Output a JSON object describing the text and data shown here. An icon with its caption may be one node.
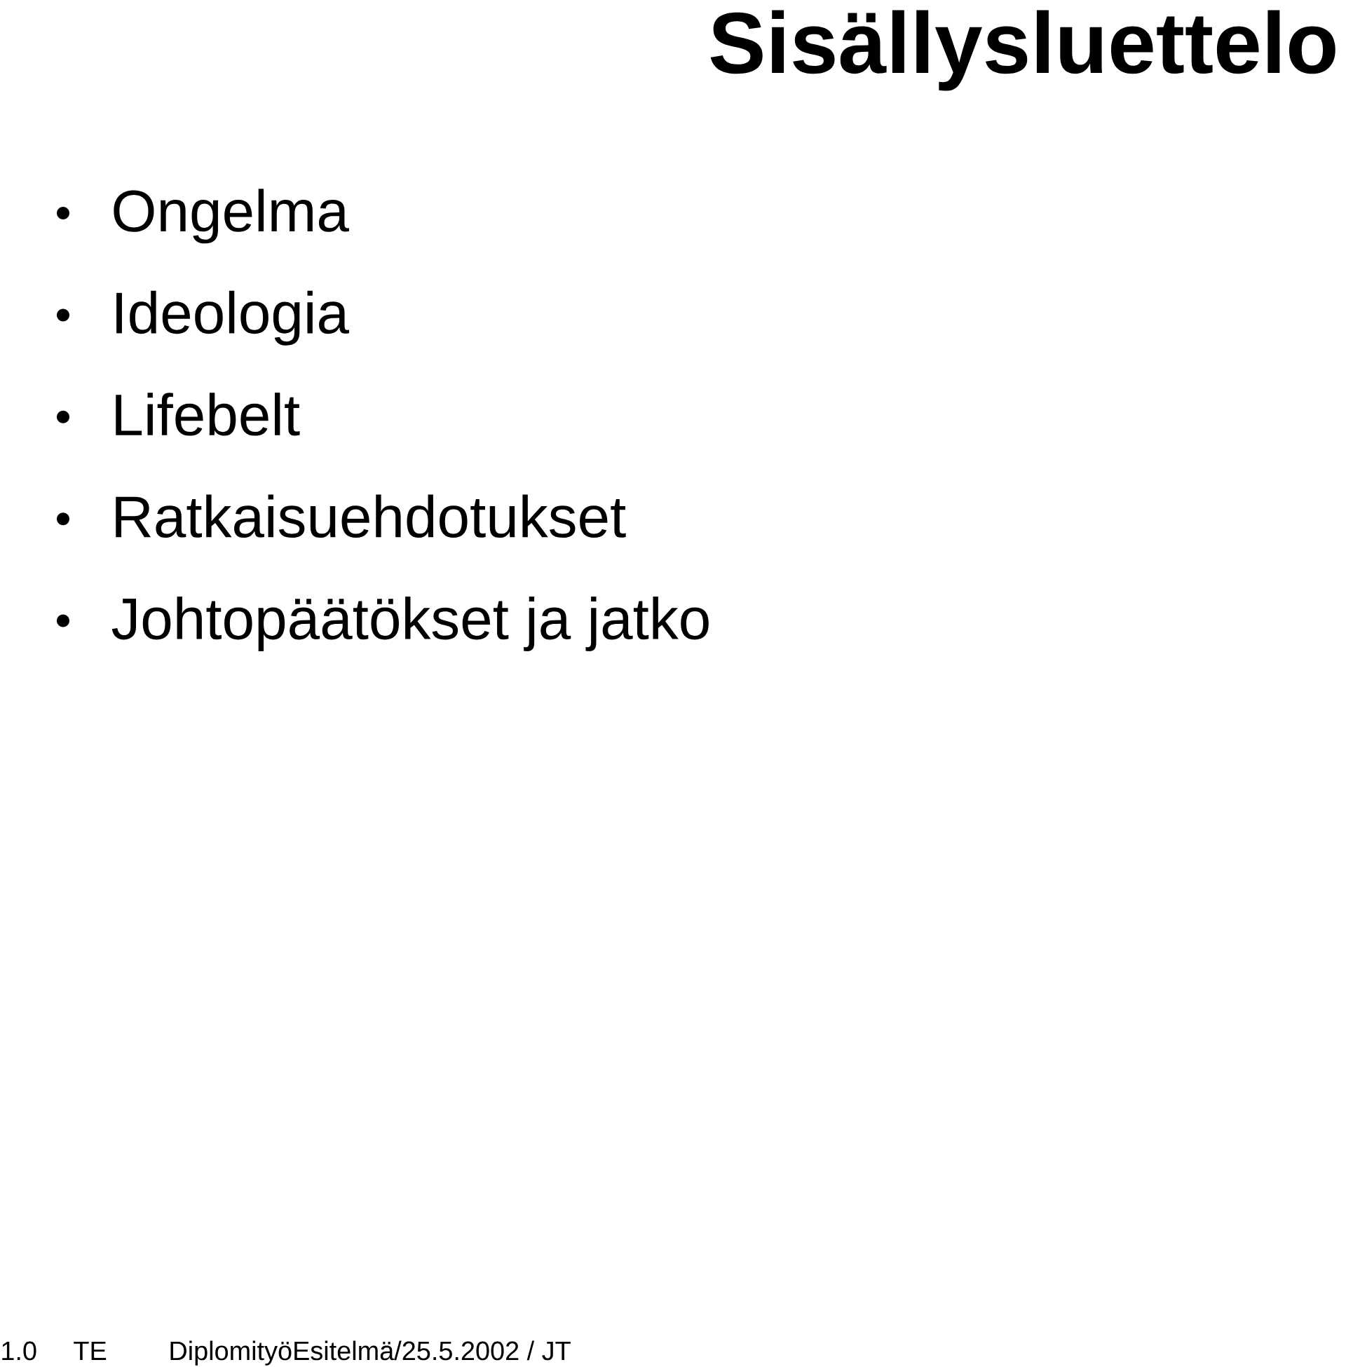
{
  "diagram": {
    "title": "Sisällysluettelo",
    "labels": [
      "Ongelma",
      "Ideologia",
      "Lifebelt",
      "Ratkaisuehdotukset",
      "Johtopäätökset ja jatko",
      "1.0",
      "TE",
      "DiplomityöEsitelmä/25.5.2002 / JT"
    ]
  }
}
